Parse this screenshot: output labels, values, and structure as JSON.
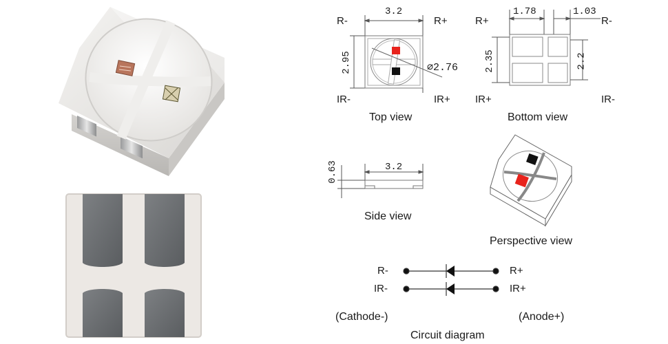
{
  "top_view": {
    "caption": "Top view",
    "pins": {
      "top_left": "R-",
      "top_right": "R+",
      "bottom_left": "IR-",
      "bottom_right": "IR+"
    },
    "width_dim": "3.2",
    "height_dim": "2.95",
    "lens_dim": "∅2.76"
  },
  "bottom_view": {
    "caption": "Bottom view",
    "pins": {
      "top_left": "R+",
      "top_right": "R-",
      "bottom_left": "IR+",
      "bottom_right": "IR-"
    },
    "pad_width_left": "1.78",
    "pad_width_right": "1.03",
    "height_left": "2.35",
    "height_right": "2.2"
  },
  "side_view": {
    "caption": "Side view",
    "width_dim": "3.2",
    "height_dim": "0.63"
  },
  "perspective_view": {
    "caption": "Perspective view"
  },
  "circuit": {
    "caption": "Circuit diagram",
    "row1_left": "R-",
    "row1_right": "R+",
    "row2_left": "IR-",
    "row2_right": "IR+",
    "cathode": "(Cathode-)",
    "anode": "(Anode+)"
  },
  "colors": {
    "red_chip": "#e8231c",
    "ir_chip": "#111111",
    "line": "#555555",
    "pad_gray": "#6f7275"
  }
}
